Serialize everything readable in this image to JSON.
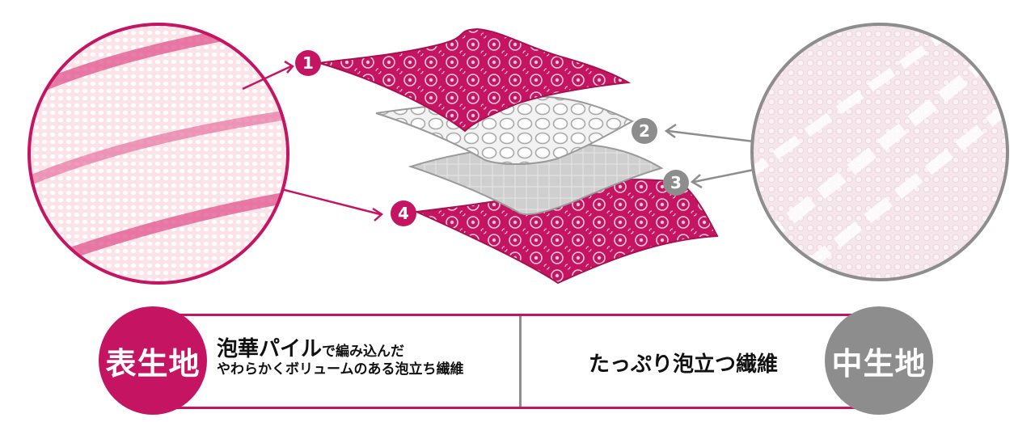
{
  "layers": [
    {
      "number": "1",
      "color": "#c41462"
    },
    {
      "number": "2",
      "color": "#8d8d8d"
    },
    {
      "number": "3",
      "color": "#8d8d8d"
    },
    {
      "number": "4",
      "color": "#c41462"
    }
  ],
  "surface": {
    "badge_label": "表生地",
    "line1_main": "泡華パイル",
    "line1_small": "で編み込んだ",
    "line2": "やわらかくボリュームのある泡立ち繊維",
    "color": "#c41462"
  },
  "middle": {
    "badge_label": "中生地",
    "text": "たっぷり泡立つ繊維",
    "color": "#8d8d8d"
  }
}
